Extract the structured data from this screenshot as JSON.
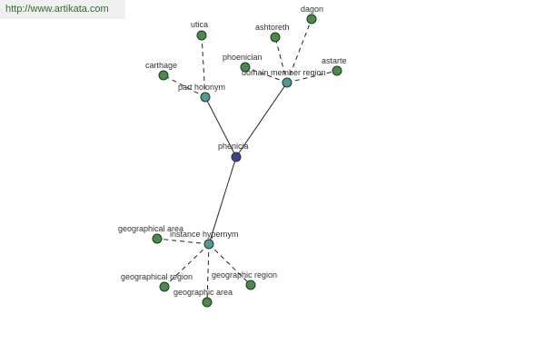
{
  "banner": {
    "url_text": "http://www.artikata.com"
  },
  "colors": {
    "root": "#40409a",
    "relation": "#4e9a9a",
    "leaf": "#4a8a4a",
    "banner_text": "#2e6e2e"
  },
  "nodes": [
    {
      "id": "phenicia",
      "label": "phenicia",
      "kind": "root"
    },
    {
      "id": "part-holonym",
      "label": "part holonym",
      "kind": "relation"
    },
    {
      "id": "domain-member-region",
      "label": "domain member region",
      "kind": "relation"
    },
    {
      "id": "instance-hypernym",
      "label": "instance hypernym",
      "kind": "relation"
    },
    {
      "id": "utica",
      "label": "utica",
      "kind": "leaf"
    },
    {
      "id": "carthage",
      "label": "carthage",
      "kind": "leaf"
    },
    {
      "id": "ashtoreth",
      "label": "ashtoreth",
      "kind": "leaf"
    },
    {
      "id": "dagon",
      "label": "dagon",
      "kind": "leaf"
    },
    {
      "id": "phoenician",
      "label": "phoenician",
      "kind": "leaf"
    },
    {
      "id": "astarte",
      "label": "astarte",
      "kind": "leaf"
    },
    {
      "id": "geographical-area",
      "label": "geographical area",
      "kind": "leaf"
    },
    {
      "id": "geographical-region",
      "label": "geographical region",
      "kind": "leaf"
    },
    {
      "id": "geographic-area",
      "label": "geographic area",
      "kind": "leaf"
    },
    {
      "id": "geographic-region",
      "label": "geographic region",
      "kind": "leaf"
    }
  ],
  "edges": [
    {
      "from": "phenicia",
      "to": "part-holonym",
      "style": "solid"
    },
    {
      "from": "phenicia",
      "to": "domain-member-region",
      "style": "solid"
    },
    {
      "from": "phenicia",
      "to": "instance-hypernym",
      "style": "solid"
    },
    {
      "from": "part-holonym",
      "to": "utica",
      "style": "dashed"
    },
    {
      "from": "part-holonym",
      "to": "carthage",
      "style": "dashed"
    },
    {
      "from": "domain-member-region",
      "to": "ashtoreth",
      "style": "dashed"
    },
    {
      "from": "domain-member-region",
      "to": "dagon",
      "style": "dashed"
    },
    {
      "from": "domain-member-region",
      "to": "phoenician",
      "style": "dashed"
    },
    {
      "from": "domain-member-region",
      "to": "astarte",
      "style": "dashed"
    },
    {
      "from": "instance-hypernym",
      "to": "geographical-area",
      "style": "dashed"
    },
    {
      "from": "instance-hypernym",
      "to": "geographical-region",
      "style": "dashed"
    },
    {
      "from": "instance-hypernym",
      "to": "geographic-area",
      "style": "dashed"
    },
    {
      "from": "instance-hypernym",
      "to": "geographic-region",
      "style": "dashed"
    }
  ]
}
